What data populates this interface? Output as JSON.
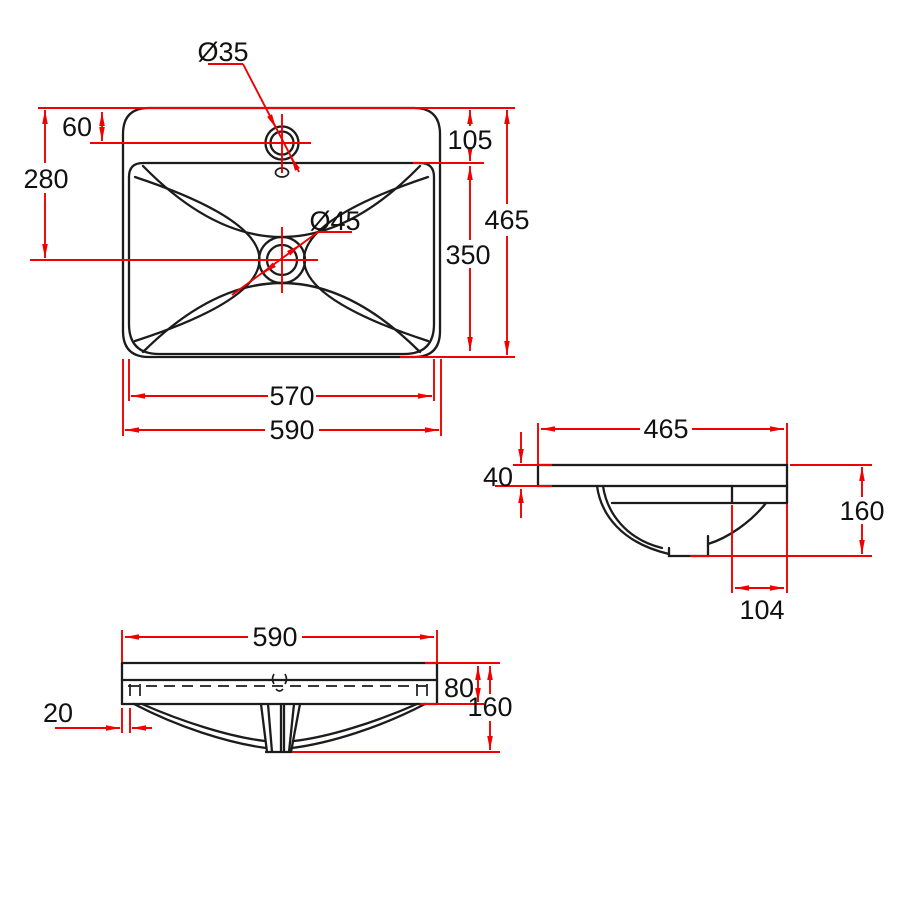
{
  "drawing_type": "washbasin-dimension-drawing",
  "colors": {
    "outline": "#1c1c1c",
    "dimension": "#f10000",
    "background": "#ffffff"
  },
  "plan": {
    "faucet_dia": "Ø35",
    "faucet_offset": "60",
    "drain_offset": "280",
    "top_inset": "105",
    "overall_depth": "465",
    "bowl_depth": "350",
    "drain_dia": "Ø45",
    "bowl_width": "570",
    "overall_width": "590"
  },
  "side": {
    "overall_depth": "465",
    "rim_thickness": "40",
    "overall_height": "160",
    "drain_offset": "104"
  },
  "front": {
    "overall_width": "590",
    "apron_height": "80",
    "overall_height": "160",
    "side_inset": "20"
  }
}
